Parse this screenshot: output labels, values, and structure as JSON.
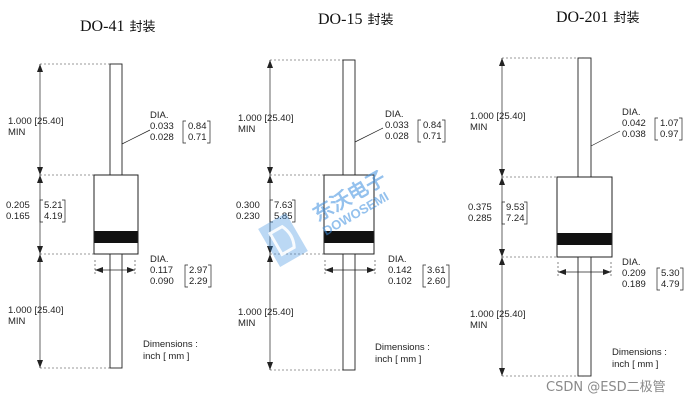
{
  "packages": [
    {
      "title": "DO-41",
      "title_cn": "封装",
      "lead_length": [
        "1.000 [25.40]",
        "MIN"
      ],
      "lead_dia": {
        "label": "DIA.",
        "inch": [
          "0.033",
          "0.028"
        ],
        "mm": [
          "0.84",
          "0.71"
        ]
      },
      "body_length": {
        "inch": [
          "0.205",
          "0.165"
        ],
        "mm": [
          "5.21",
          "4.19"
        ]
      },
      "body_dia": {
        "label": "DIA.",
        "inch": [
          "0.117",
          "0.090"
        ],
        "mm": [
          "2.97",
          "2.29"
        ]
      },
      "lead_length_bottom": [
        "1.000 [25.40]",
        "MIN"
      ],
      "dimensions_note": [
        "Dimensions :",
        "inch [ mm ]"
      ]
    },
    {
      "title": "DO-15",
      "title_cn": "封装",
      "lead_length": [
        "1.000 [25.40]",
        "MIN"
      ],
      "lead_dia": {
        "label": "DIA.",
        "inch": [
          "0.033",
          "0.028"
        ],
        "mm": [
          "0.84",
          "0.71"
        ]
      },
      "body_length": {
        "inch": [
          "0.300",
          "0.230"
        ],
        "mm": [
          "7.63",
          "5.85"
        ]
      },
      "body_dia": {
        "label": "DIA.",
        "inch": [
          "0.142",
          "0.102"
        ],
        "mm": [
          "3.61",
          "2.60"
        ]
      },
      "lead_length_bottom": [
        "1.000 [25.40]",
        "MIN"
      ],
      "dimensions_note": [
        "Dimensions :",
        "inch [ mm ]"
      ]
    },
    {
      "title": "DO-201",
      "title_cn": "封装",
      "lead_length": [
        "1.000 [25.40]",
        "MIN"
      ],
      "lead_dia": {
        "label": "DIA.",
        "inch": [
          "0.042",
          "0.038"
        ],
        "mm": [
          "1.07",
          "0.97"
        ]
      },
      "body_length": {
        "inch": [
          "0.375",
          "0.285"
        ],
        "mm": [
          "9.53",
          "7.24"
        ]
      },
      "body_dia": {
        "label": "DIA.",
        "inch": [
          "0.209",
          "0.189"
        ],
        "mm": [
          "5.30",
          "4.79"
        ]
      },
      "lead_length_bottom": [
        "1.000 [25.40]",
        "MIN"
      ],
      "dimensions_note": [
        "Dimensions :",
        "inch [ mm ]"
      ]
    }
  ],
  "watermark": {
    "cn": "东沃电子",
    "en": "DOWOSEMI"
  },
  "footer": "CSDN @ESD二极管",
  "colors": {
    "line": "#222222",
    "band": "#111111",
    "watermark": "#3d8fe0",
    "footer": "#8a8a8a"
  }
}
